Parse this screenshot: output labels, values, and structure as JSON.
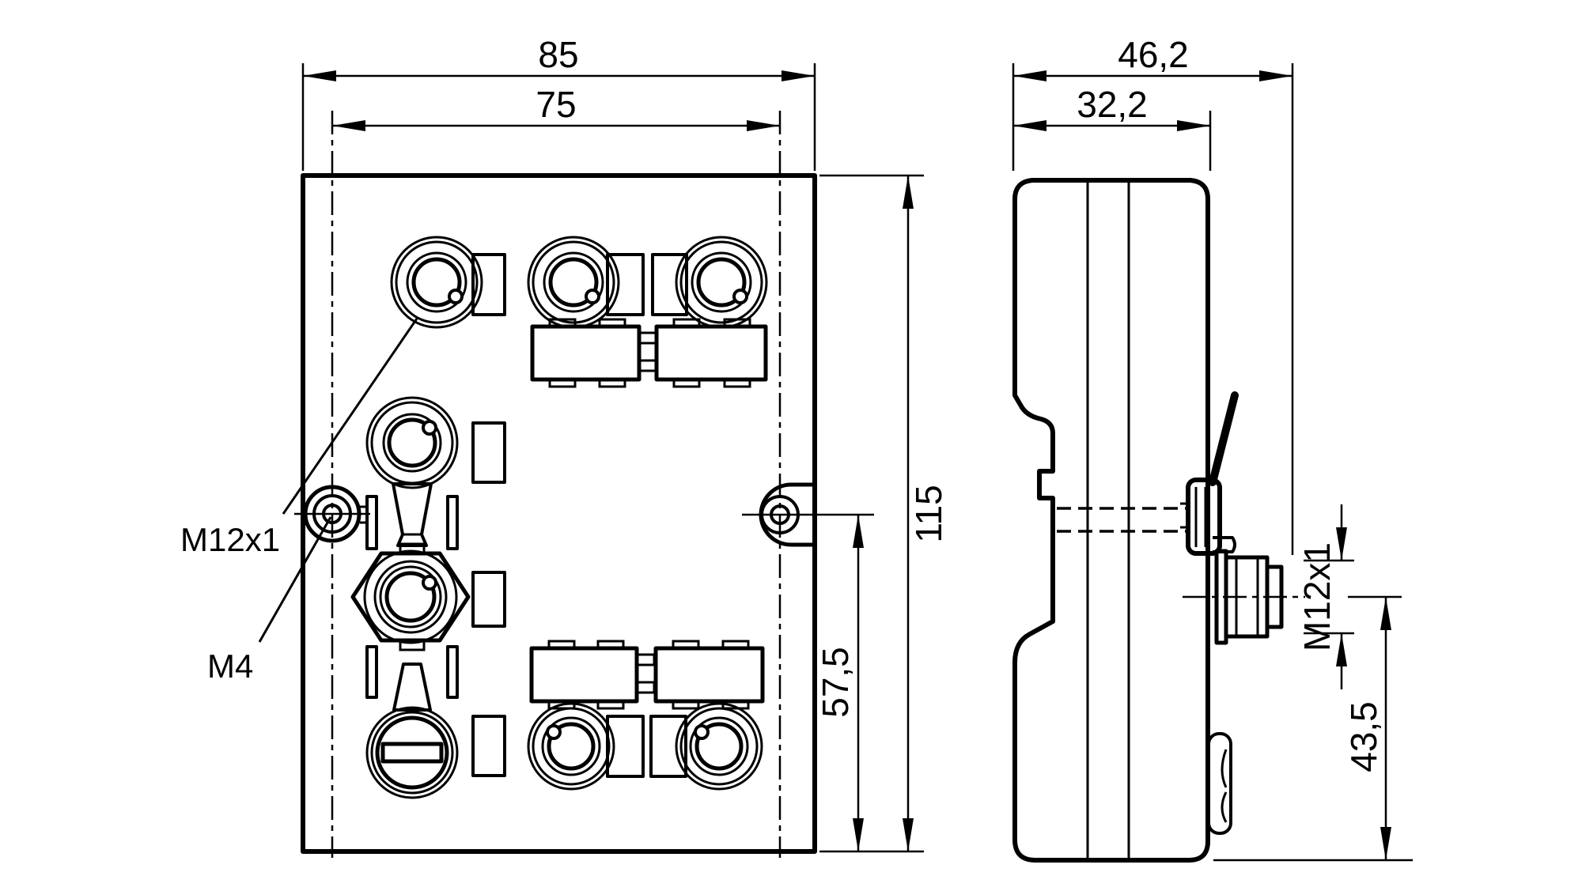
{
  "drawing": {
    "front_view": {
      "dim_overall_width": "85",
      "dim_hole_spacing": "75",
      "dim_overall_height": "115",
      "dim_hole_to_bottom": "57,5",
      "connector_thread_label": "M12x1",
      "mounting_thread_label": "M4"
    },
    "side_view": {
      "dim_overall_depth": "46,2",
      "dim_body_depth": "32,2",
      "connector_thread_label": "M12x1",
      "dim_connector_height": "43,5"
    },
    "colors": {
      "line": "#000000",
      "background": "#ffffff"
    }
  }
}
